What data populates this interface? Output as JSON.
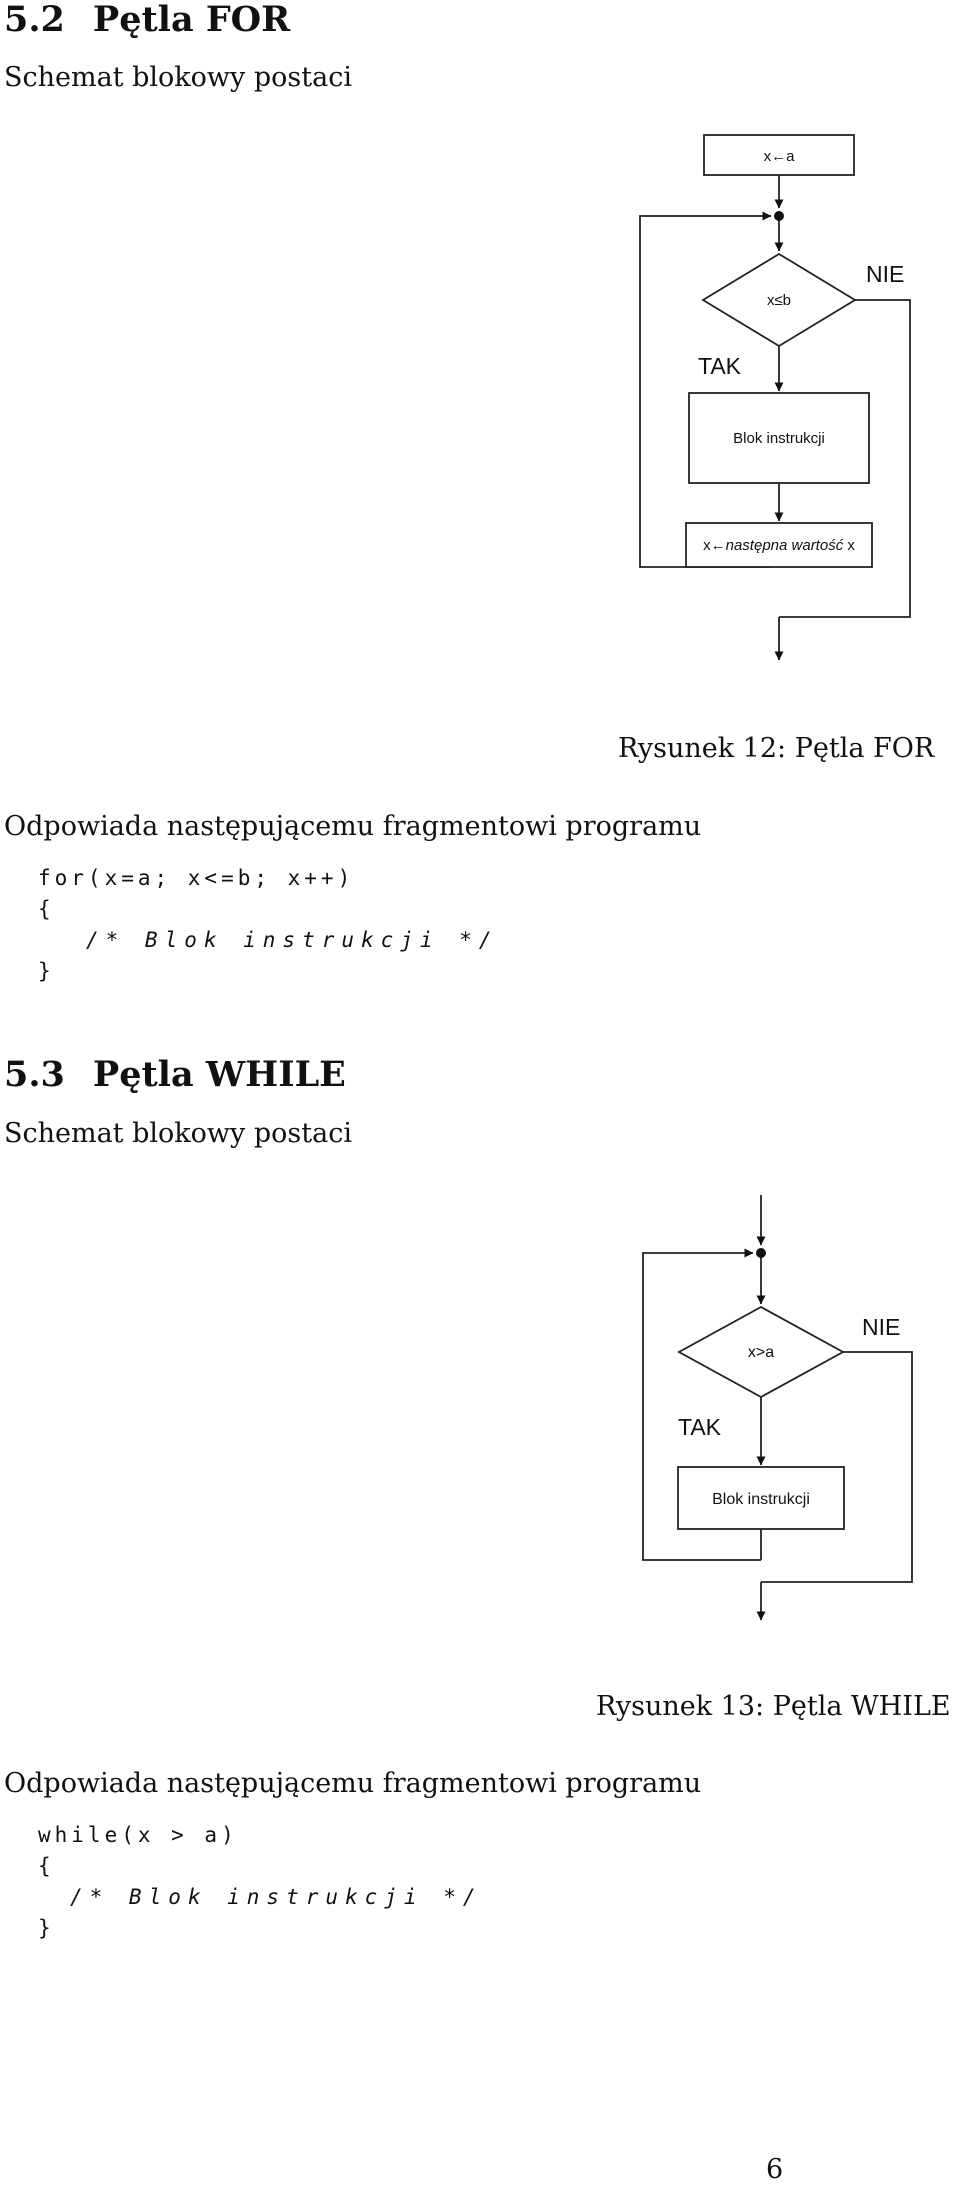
{
  "section_for": {
    "number": "5.2",
    "title": "Pętla FOR",
    "intro": "Schemat blokowy postaci",
    "flowchart": {
      "init_label": "x←a",
      "condition_label": "x≤b",
      "no_label": "NIE",
      "yes_label": "TAK",
      "block_label": "Blok instrukcji",
      "next_label_prefix": "x←",
      "next_label_italic": "następna wartość",
      "next_label_suffix": " x"
    },
    "caption": "Rysunek 12: Pętla FOR",
    "code_intro": "Odpowiada następującemu fragmentowi programu",
    "code": {
      "line1": "for(x=a; x<=b; x++)",
      "line2": "{",
      "line3": "/* Blok instrukcji */",
      "line4": "}"
    }
  },
  "section_while": {
    "number": "5.3",
    "title": "Pętla WHILE",
    "intro": "Schemat blokowy postaci",
    "flowchart": {
      "condition_label": "x>a",
      "no_label": "NIE",
      "yes_label": "TAK",
      "block_label": "Blok instrukcji"
    },
    "caption": "Rysunek 13: Pętla WHILE",
    "code_intro": "Odpowiada następującemu fragmentowi programu",
    "code": {
      "line1": "while(x > a)",
      "line2": "{",
      "line3": "/* Blok instrukcji */",
      "line4": "}"
    }
  },
  "page_number": "6"
}
